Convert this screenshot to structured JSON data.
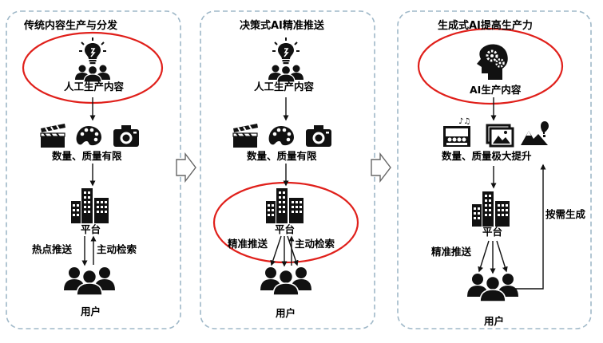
{
  "panels": [
    {
      "title": "传统内容生产与分发",
      "creator_label": "人工生产内容",
      "content_label": "数量、质量有限",
      "platform_label": "平台",
      "left_flow_label": "热点推送",
      "right_flow_label": "主动检索",
      "user_label": "用户"
    },
    {
      "title": "决策式AI精准推送",
      "creator_label": "人工生产内容",
      "content_label": "数量、质量有限",
      "platform_label": "平台",
      "left_flow_label": "精准推送",
      "right_flow_label": "主动检索",
      "user_label": "用户"
    },
    {
      "title": "生成式AI提高生产力",
      "creator_label": "AI生产内容",
      "content_label": "数量、质量极大提升",
      "platform_label": "平台",
      "left_flow_label": "精准推送",
      "side_flow_label": "按需生成",
      "user_label": "用户"
    }
  ],
  "colors": {
    "panel_border": "#9fb8c8",
    "highlight": "#e0201b",
    "icon": "#111111"
  },
  "icons": [
    "lightbulb-icon",
    "people-icon",
    "film-clapper-icon",
    "palette-icon",
    "camera-icon",
    "buildings-icon",
    "ai-brain-icon",
    "concert-image-icon",
    "picture-icon",
    "landscape-icon"
  ]
}
